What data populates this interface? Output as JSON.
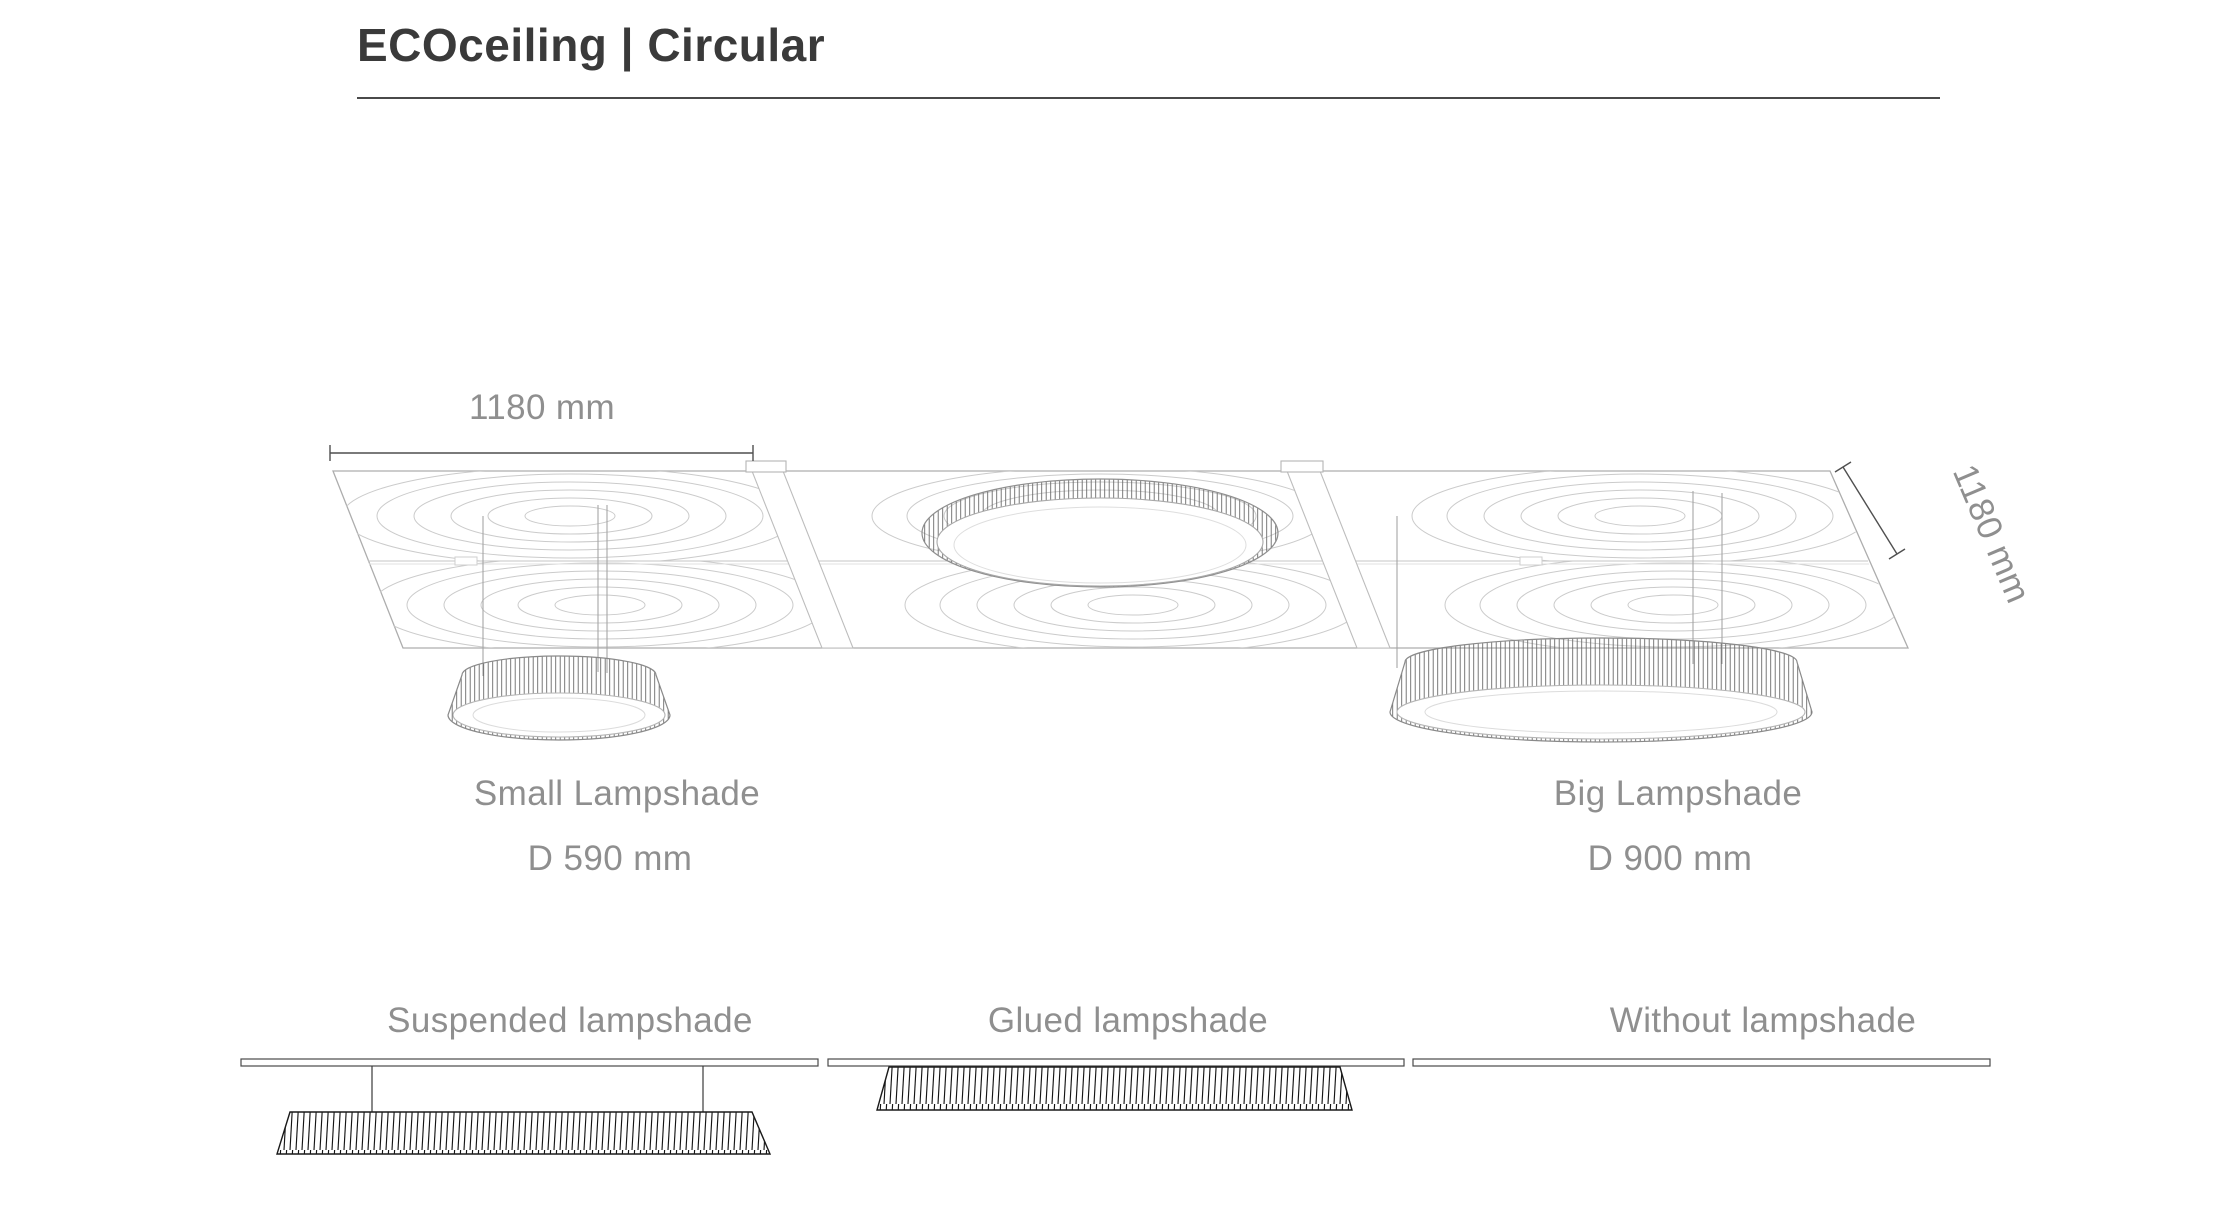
{
  "header": {
    "title": "ECOceiling | Circular"
  },
  "main_diagram": {
    "width_dimension": "1180 mm",
    "depth_dimension": "1180 mm",
    "small_lampshade": {
      "label": "Small Lampshade",
      "diameter": "D 590 mm"
    },
    "big_lampshade": {
      "label": "Big Lampshade",
      "diameter": "D 900 mm"
    }
  },
  "mounting_options": [
    {
      "label": "Suspended lampshade"
    },
    {
      "label": "Glued lampshade"
    },
    {
      "label": "Without lampshade"
    }
  ],
  "colors": {
    "title_text": "#3a3a3a",
    "label_text": "#8f8f8f",
    "rule": "#4a4a4a",
    "panel_line": "#adadad",
    "ripple_line": "#cbcbcb",
    "hatch_dark": "#151515",
    "hatch_mid": "#6a6a6a",
    "dimension_line": "#4f4f4f",
    "background": "#ffffff"
  }
}
